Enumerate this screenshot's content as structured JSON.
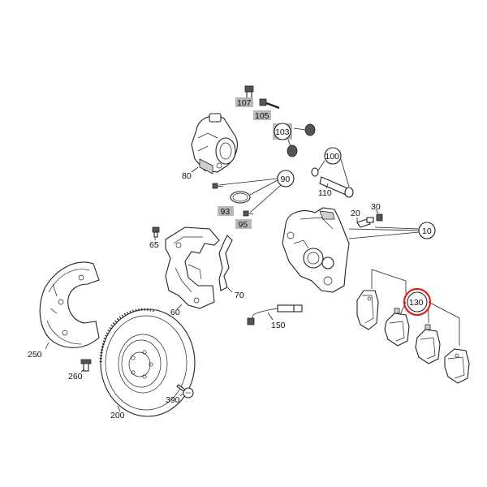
{
  "diagram": {
    "labels": {
      "p107": "107",
      "p105": "105",
      "p103": "103",
      "p100": "100",
      "p110": "110",
      "p90": "90",
      "p80": "80",
      "p93": "93",
      "p95": "95",
      "p20": "20",
      "p30": "30",
      "p10": "10",
      "p65": "65",
      "p60": "60",
      "p70": "70",
      "p130": "130",
      "p150": "150",
      "p250": "250",
      "p260": "260",
      "p200": "200",
      "p390": "390"
    },
    "highlighted_part": "130",
    "highlight_color": "#e0201b",
    "tag_fill_color": "#b8b8b8"
  }
}
